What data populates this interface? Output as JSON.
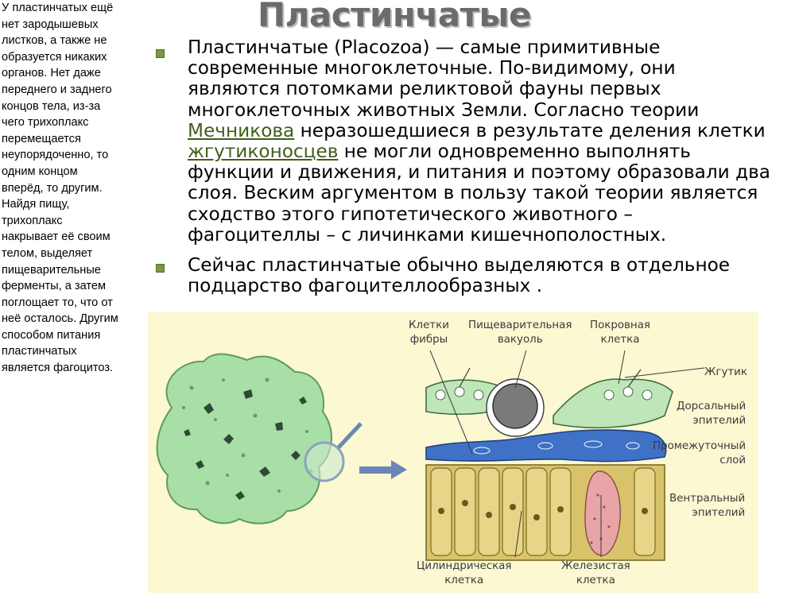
{
  "title": "Пластинчатые",
  "sidebar_lines": [
    "У пластинчатых ещё",
    "нет зародышевых",
    "листков, а также не",
    "образуется никаких",
    "органов. Нет даже",
    "переднего и заднего",
    "концов тела, из-за",
    "чего трихоплакс",
    "перемещается",
    "неупорядоченно, то",
    "одним концом",
    "вперёд, то другим.",
    "Найдя пищу,",
    "трихоплакс",
    "накрывает её своим",
    "телом, выделяет",
    "пищеварительные",
    "ферменты, а затем",
    "поглощает то, что от",
    "неё осталось. Другим",
    "способом питания",
    "пластинчатых",
    "является фагоцитоз."
  ],
  "paragraph1": {
    "l1": "Пластинчатые    (Placozoa) — самые примитивные",
    "l2": "современные многоклеточные. По-видимому, они",
    "l3": "являются потомками реликтовой фауны первых",
    "l4": "многоклеточных животных Земли. Согласно теории",
    "l5_link": "Мечникова",
    "l5_rest": " неразошедшиеся в результате деления клетки",
    "l6_link": "жгутиконосцев",
    "l6_rest": " не могли одновременно выполнять",
    "l7": "функции и движения, и питания и поэтому образовали два",
    "l8": "слоя. Веским аргументом в пользу такой теории является",
    "l9": "сходство этого гипотетического животного –",
    "l10": "фагоцителлы     – с личинками кишечнополостных."
  },
  "paragraph2": {
    "l1": "Сейчас пластинчатые обычно выделяются в отдельное",
    "l2": "подцарство фагоцителлообразных       ."
  },
  "figure_labels": {
    "fiber_cells_1": "Клетки",
    "fiber_cells_2": "фибры",
    "vacuole_1": "Пищеварительная",
    "vacuole_2": "вакуоль",
    "cover_cell_1": "Покровная",
    "cover_cell_2": "клетка",
    "flagellum": "Жгутик",
    "dorsal_1": "Дорсальный",
    "dorsal_2": "эпителий",
    "middle_1": "Промежуточный",
    "middle_2": "слой",
    "ventral_1": "Вентральный",
    "ventral_2": "эпителий",
    "cylinder_1": "Цилиндрическая",
    "cylinder_2": "клетка",
    "gland_1": "Железистая",
    "gland_2": "клетка"
  },
  "colors": {
    "figure_bg": "#fbf8d2",
    "body_green": "#a8dfa6",
    "ventral_yellow": "#d8c36a",
    "middle_blue": "#3f72c6",
    "bullet": "#7a9a3a",
    "link": "#3f5f1a"
  }
}
